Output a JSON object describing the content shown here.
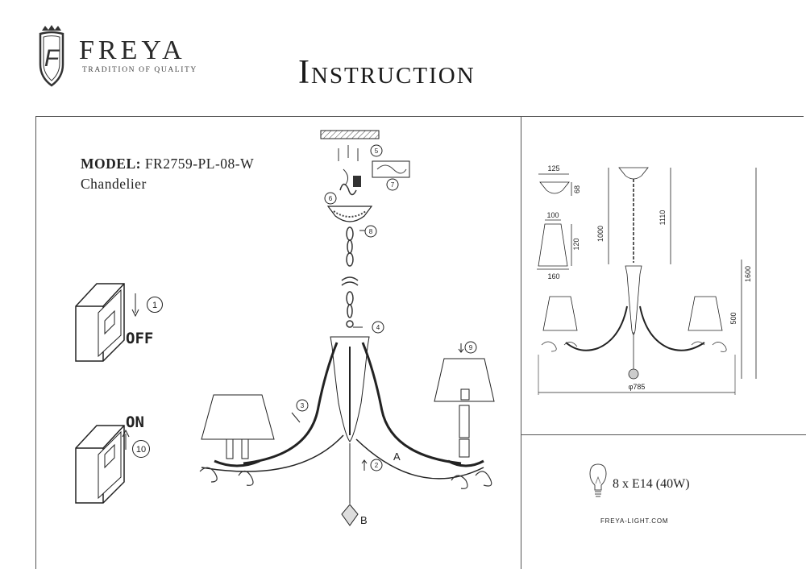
{
  "brand": {
    "name": "FREYA",
    "tagline": "TRADITION OF QUALITY"
  },
  "title": "Instruction",
  "model": {
    "label": "MODEL:",
    "code": "FR2759-PL-08-W",
    "type": "Chandelier"
  },
  "switch": {
    "off_label": "OFF",
    "on_label": "ON",
    "step_off": "1",
    "step_on": "10"
  },
  "steps": [
    "2",
    "3",
    "4",
    "5",
    "6",
    "7",
    "8",
    "9"
  ],
  "parts": {
    "a": "A",
    "b": "B"
  },
  "dimensions": {
    "canopy_width": "125",
    "canopy_height": "68",
    "shade_top": "100",
    "shade_height": "120",
    "shade_bottom": "160",
    "chain_length": "1000",
    "total_hanging": "1110",
    "total_height": "1600",
    "body_height": "500",
    "diameter": "φ785"
  },
  "lamp": {
    "spec": "8 x E14 (40W)"
  },
  "website": "FREYA-LIGHT.COM"
}
